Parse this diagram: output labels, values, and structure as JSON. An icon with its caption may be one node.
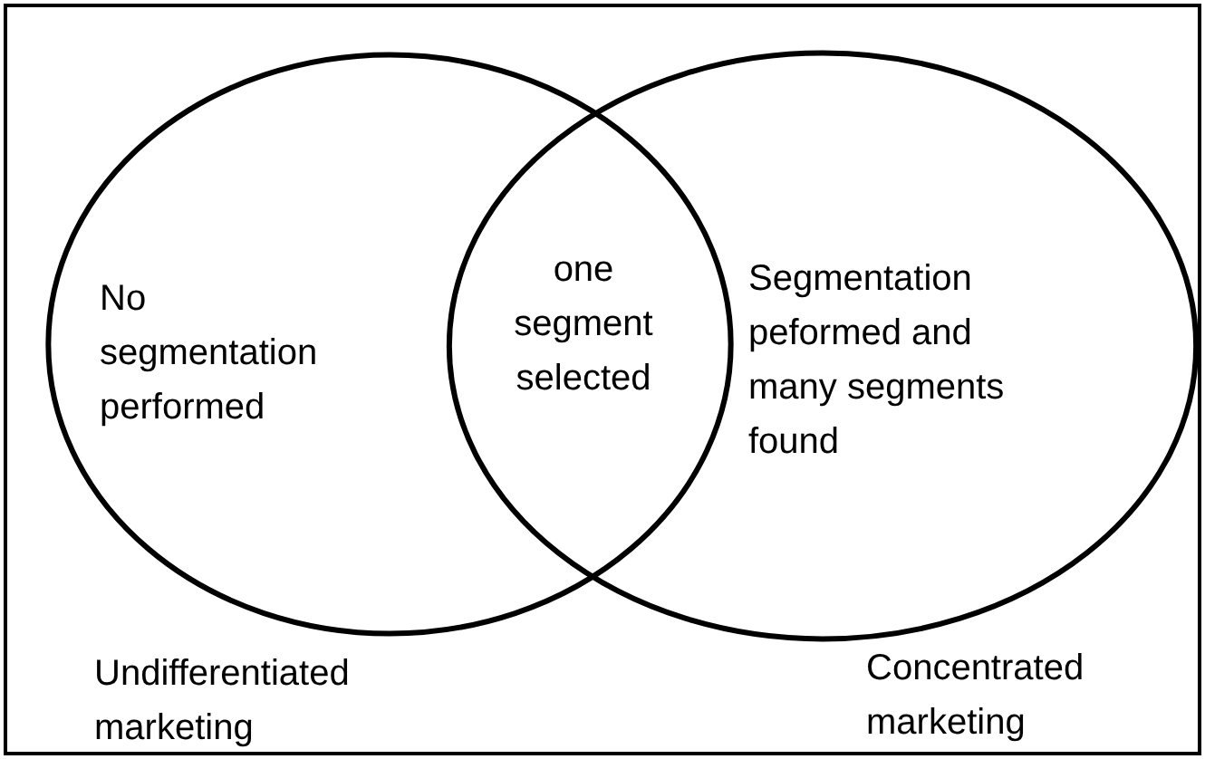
{
  "diagram": {
    "nodes": [
      {
        "text": [
          "No segmentation performed"
        ]
      },
      {
        "text": [
          "Segmentation peformed and many segments found"
        ]
      }
    ],
    "labels": [
      "one segment selected",
      "Undifferentiated marketing",
      "Concentrated marketing"
    ]
  }
}
